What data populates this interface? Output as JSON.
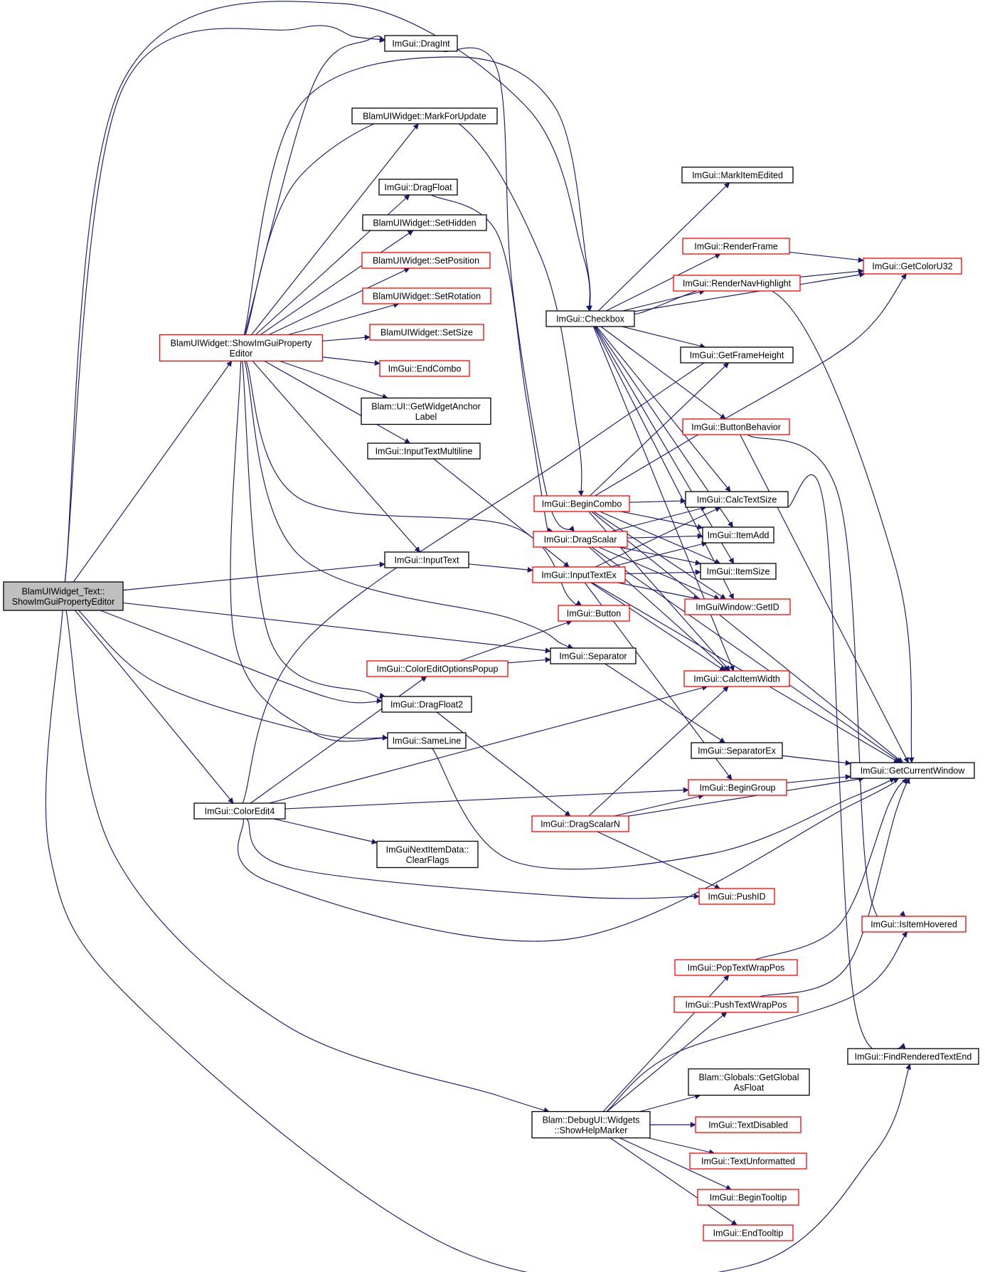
{
  "colors": {
    "edge": "#191970",
    "border_normal": "#000000",
    "border_truncated": "#ff0000",
    "root_fill": "#bfbfbf"
  },
  "nodes": [
    {
      "id": "root",
      "lines": [
        "BlamUIWidget_Text::",
        "ShowImGuiPropertyEditor"
      ],
      "style": "root"
    },
    {
      "id": "showprop",
      "lines": [
        "BlamUIWidget::ShowImGuiProperty",
        "Editor"
      ],
      "style": "truncated"
    },
    {
      "id": "colorEdit4",
      "lines": [
        "ImGui::ColorEdit4"
      ],
      "style": "normal"
    },
    {
      "id": "dragInt",
      "lines": [
        "ImGui::DragInt"
      ],
      "style": "normal"
    },
    {
      "id": "markForUpdate",
      "lines": [
        "BlamUIWidget::MarkForUpdate"
      ],
      "style": "normal"
    },
    {
      "id": "dragFloat",
      "lines": [
        "ImGui::DragFloat"
      ],
      "style": "normal"
    },
    {
      "id": "setHidden",
      "lines": [
        "BlamUIWidget::SetHidden"
      ],
      "style": "normal"
    },
    {
      "id": "setPosition",
      "lines": [
        "BlamUIWidget::SetPosition"
      ],
      "style": "truncated"
    },
    {
      "id": "setRotation",
      "lines": [
        "BlamUIWidget::SetRotation"
      ],
      "style": "truncated"
    },
    {
      "id": "setSize",
      "lines": [
        "BlamUIWidget::SetSize"
      ],
      "style": "truncated"
    },
    {
      "id": "endCombo",
      "lines": [
        "ImGui::EndCombo"
      ],
      "style": "truncated"
    },
    {
      "id": "getWidgetAnchor",
      "lines": [
        "Blam::UI::GetWidgetAnchor",
        "Label"
      ],
      "style": "normal"
    },
    {
      "id": "inputTextMultiline",
      "lines": [
        "ImGui::InputTextMultiline"
      ],
      "style": "normal"
    },
    {
      "id": "inputText",
      "lines": [
        "ImGui::InputText"
      ],
      "style": "normal"
    },
    {
      "id": "colorEditOptions",
      "lines": [
        "ImGui::ColorEditOptionsPopup"
      ],
      "style": "truncated"
    },
    {
      "id": "dragFloat2",
      "lines": [
        "ImGui::DragFloat2"
      ],
      "style": "normal"
    },
    {
      "id": "sameLine",
      "lines": [
        "ImGui::SameLine"
      ],
      "style": "normal"
    },
    {
      "id": "clearFlags",
      "lines": [
        "ImGuiNextItemData::",
        "ClearFlags"
      ],
      "style": "normal"
    },
    {
      "id": "checkbox",
      "lines": [
        "ImGui::Checkbox"
      ],
      "style": "normal"
    },
    {
      "id": "beginCombo",
      "lines": [
        "ImGui::BeginCombo"
      ],
      "style": "truncated"
    },
    {
      "id": "dragScalar",
      "lines": [
        "ImGui::DragScalar"
      ],
      "style": "truncated"
    },
    {
      "id": "inputTextEx",
      "lines": [
        "ImGui::InputTextEx"
      ],
      "style": "truncated"
    },
    {
      "id": "button",
      "lines": [
        "ImGui::Button"
      ],
      "style": "truncated"
    },
    {
      "id": "separator",
      "lines": [
        "ImGui::Separator"
      ],
      "style": "normal"
    },
    {
      "id": "dragScalarN",
      "lines": [
        "ImGui::DragScalarN"
      ],
      "style": "truncated"
    },
    {
      "id": "showHelpMarker",
      "lines": [
        "Blam::DebugUI::Widgets",
        "::ShowHelpMarker"
      ],
      "style": "normal"
    },
    {
      "id": "markItemEdited",
      "lines": [
        "ImGui::MarkItemEdited"
      ],
      "style": "normal"
    },
    {
      "id": "renderFrame",
      "lines": [
        "ImGui::RenderFrame"
      ],
      "style": "truncated"
    },
    {
      "id": "renderNavHighlight",
      "lines": [
        "ImGui::RenderNavHighlight"
      ],
      "style": "truncated"
    },
    {
      "id": "getFrameHeight",
      "lines": [
        "ImGui::GetFrameHeight"
      ],
      "style": "normal"
    },
    {
      "id": "buttonBehavior",
      "lines": [
        "ImGui::ButtonBehavior"
      ],
      "style": "truncated"
    },
    {
      "id": "calcTextSize",
      "lines": [
        "ImGui::CalcTextSize"
      ],
      "style": "normal"
    },
    {
      "id": "itemAdd",
      "lines": [
        "ImGui::ItemAdd"
      ],
      "style": "normal"
    },
    {
      "id": "itemSize",
      "lines": [
        "ImGui::ItemSize"
      ],
      "style": "normal"
    },
    {
      "id": "getID",
      "lines": [
        "ImGuiWindow::GetID"
      ],
      "style": "truncated"
    },
    {
      "id": "calcItemWidth",
      "lines": [
        "ImGui::CalcItemWidth"
      ],
      "style": "truncated"
    },
    {
      "id": "separatorEx",
      "lines": [
        "ImGui::SeparatorEx"
      ],
      "style": "normal"
    },
    {
      "id": "beginGroup",
      "lines": [
        "ImGui::BeginGroup"
      ],
      "style": "truncated"
    },
    {
      "id": "pushID",
      "lines": [
        "ImGui::PushID"
      ],
      "style": "truncated"
    },
    {
      "id": "popTextWrapPos",
      "lines": [
        "ImGui::PopTextWrapPos"
      ],
      "style": "truncated"
    },
    {
      "id": "pushTextWrapPos",
      "lines": [
        "ImGui::PushTextWrapPos"
      ],
      "style": "truncated"
    },
    {
      "id": "getGlobalAsFloat",
      "lines": [
        "Blam::Globals::GetGlobal",
        "AsFloat"
      ],
      "style": "normal"
    },
    {
      "id": "textDisabled",
      "lines": [
        "ImGui::TextDisabled"
      ],
      "style": "truncated"
    },
    {
      "id": "textUnformatted",
      "lines": [
        "ImGui::TextUnformatted"
      ],
      "style": "truncated"
    },
    {
      "id": "beginTooltip",
      "lines": [
        "ImGui::BeginTooltip"
      ],
      "style": "truncated"
    },
    {
      "id": "endTooltip",
      "lines": [
        "ImGui::EndTooltip"
      ],
      "style": "truncated"
    },
    {
      "id": "getColorU32",
      "lines": [
        "ImGui::GetColorU32"
      ],
      "style": "truncated"
    },
    {
      "id": "getCurrentWindow",
      "lines": [
        "ImGui::GetCurrentWindow"
      ],
      "style": "normal"
    },
    {
      "id": "isItemHovered",
      "lines": [
        "ImGui::IsItemHovered"
      ],
      "style": "truncated"
    },
    {
      "id": "findRenderedTextEnd",
      "lines": [
        "ImGui::FindRenderedTextEnd"
      ],
      "style": "normal"
    }
  ],
  "edges": [
    [
      "root",
      "showprop"
    ],
    [
      "root",
      "colorEdit4"
    ],
    [
      "root",
      "dragInt"
    ],
    [
      "root",
      "checkbox"
    ],
    [
      "root",
      "inputText"
    ],
    [
      "root",
      "separator"
    ],
    [
      "root",
      "dragFloat2"
    ],
    [
      "root",
      "sameLine"
    ],
    [
      "root",
      "showHelpMarker"
    ],
    [
      "root",
      "findRenderedTextEnd"
    ],
    [
      "showprop",
      "dragInt"
    ],
    [
      "showprop",
      "markForUpdate"
    ],
    [
      "showprop",
      "dragFloat"
    ],
    [
      "showprop",
      "setHidden"
    ],
    [
      "showprop",
      "setPosition"
    ],
    [
      "showprop",
      "setRotation"
    ],
    [
      "showprop",
      "setSize"
    ],
    [
      "showprop",
      "endCombo"
    ],
    [
      "showprop",
      "getWidgetAnchor"
    ],
    [
      "showprop",
      "inputTextMultiline"
    ],
    [
      "showprop",
      "inputText"
    ],
    [
      "showprop",
      "checkbox"
    ],
    [
      "showprop",
      "beginCombo"
    ],
    [
      "showprop",
      "button"
    ],
    [
      "showprop",
      "separator"
    ],
    [
      "showprop",
      "dragFloat2"
    ],
    [
      "showprop",
      "sameLine"
    ],
    [
      "dragInt",
      "dragScalar"
    ],
    [
      "dragFloat",
      "dragScalar"
    ],
    [
      "inputTextMultiline",
      "inputTextEx"
    ],
    [
      "inputText",
      "inputTextEx"
    ],
    [
      "dragFloat2",
      "dragScalarN"
    ],
    [
      "sameLine",
      "getCurrentWindow"
    ],
    [
      "colorEdit4",
      "colorEditOptions"
    ],
    [
      "colorEdit4",
      "getFrameHeight"
    ],
    [
      "colorEdit4",
      "calcItemWidth"
    ],
    [
      "colorEdit4",
      "beginGroup"
    ],
    [
      "colorEdit4",
      "clearFlags"
    ],
    [
      "colorEdit4",
      "pushID"
    ],
    [
      "colorEdit4",
      "getCurrentWindow"
    ],
    [
      "colorEditOptions",
      "button"
    ],
    [
      "colorEditOptions",
      "separator"
    ],
    [
      "separator",
      "separatorEx"
    ],
    [
      "separatorEx",
      "getCurrentWindow"
    ],
    [
      "checkbox",
      "markItemEdited"
    ],
    [
      "checkbox",
      "renderFrame"
    ],
    [
      "checkbox",
      "renderNavHighlight"
    ],
    [
      "checkbox",
      "getColorU32"
    ],
    [
      "checkbox",
      "getFrameHeight"
    ],
    [
      "checkbox",
      "buttonBehavior"
    ],
    [
      "checkbox",
      "calcTextSize"
    ],
    [
      "checkbox",
      "itemAdd"
    ],
    [
      "checkbox",
      "itemSize"
    ],
    [
      "checkbox",
      "getID"
    ],
    [
      "checkbox",
      "calcItemWidth"
    ],
    [
      "checkbox",
      "getCurrentWindow"
    ],
    [
      "renderFrame",
      "getColorU32"
    ],
    [
      "renderNavHighlight",
      "getColorU32"
    ],
    [
      "beginCombo",
      "getFrameHeight"
    ],
    [
      "beginCombo",
      "calcTextSize"
    ],
    [
      "beginCombo",
      "itemAdd"
    ],
    [
      "beginCombo",
      "itemSize"
    ],
    [
      "beginCombo",
      "getID"
    ],
    [
      "beginCombo",
      "calcItemWidth"
    ],
    [
      "beginCombo",
      "getCurrentWindow"
    ],
    [
      "beginCombo",
      "getColorU32"
    ],
    [
      "dragScalar",
      "calcTextSize"
    ],
    [
      "dragScalar",
      "itemAdd"
    ],
    [
      "dragScalar",
      "itemSize"
    ],
    [
      "dragScalar",
      "getID"
    ],
    [
      "dragScalar",
      "calcItemWidth"
    ],
    [
      "dragScalar",
      "getCurrentWindow"
    ],
    [
      "inputTextEx",
      "calcTextSize"
    ],
    [
      "inputTextEx",
      "itemAdd"
    ],
    [
      "inputTextEx",
      "itemSize"
    ],
    [
      "inputTextEx",
      "getID"
    ],
    [
      "inputTextEx",
      "calcItemWidth"
    ],
    [
      "inputTextEx",
      "beginGroup"
    ],
    [
      "inputTextEx",
      "getCurrentWindow"
    ],
    [
      "dragScalarN",
      "beginGroup"
    ],
    [
      "dragScalarN",
      "pushID"
    ],
    [
      "dragScalarN",
      "calcItemWidth"
    ],
    [
      "dragScalarN",
      "getCurrentWindow"
    ],
    [
      "beginGroup",
      "getCurrentWindow"
    ],
    [
      "buttonBehavior",
      "getCurrentWindow"
    ],
    [
      "buttonBehavior",
      "isItemHovered"
    ],
    [
      "calcTextSize",
      "findRenderedTextEnd"
    ],
    [
      "showHelpMarker",
      "textDisabled"
    ],
    [
      "showHelpMarker",
      "textUnformatted"
    ],
    [
      "showHelpMarker",
      "beginTooltip"
    ],
    [
      "showHelpMarker",
      "endTooltip"
    ],
    [
      "showHelpMarker",
      "getGlobalAsFloat"
    ],
    [
      "showHelpMarker",
      "pushTextWrapPos"
    ],
    [
      "showHelpMarker",
      "popTextWrapPos"
    ],
    [
      "showHelpMarker",
      "isItemHovered"
    ],
    [
      "pushTextWrapPos",
      "getCurrentWindow"
    ],
    [
      "popTextWrapPos",
      "getCurrentWindow"
    ]
  ]
}
